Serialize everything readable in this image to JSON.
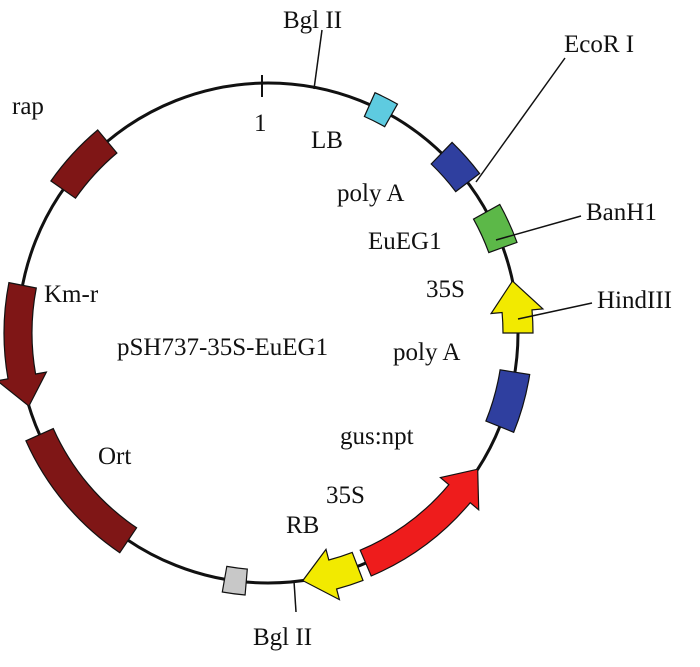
{
  "plasmid": {
    "name": "pSH737-35S-EuEG1",
    "origin_label": "1"
  },
  "features": [
    {
      "id": "rap",
      "label": "rap",
      "color": "#7f1616",
      "shape": "box"
    },
    {
      "id": "km-r",
      "label": "Km-r",
      "color": "#7f1616",
      "shape": "arrow"
    },
    {
      "id": "ort",
      "label": "Ort",
      "color": "#7f1616",
      "shape": "box"
    },
    {
      "id": "rb",
      "label": "RB",
      "color": "#c8c8c8",
      "shape": "box"
    },
    {
      "id": "35s-a",
      "label": "35S",
      "color": "#f2ea00",
      "shape": "arrow"
    },
    {
      "id": "gus-npt",
      "label": "gus:npt",
      "color": "#ee1c1c",
      "shape": "arrow"
    },
    {
      "id": "polya-a",
      "label": "poly A",
      "color": "#2f3f9f",
      "shape": "box"
    },
    {
      "id": "35s-b",
      "label": "35S",
      "color": "#f2ea00",
      "shape": "arrow"
    },
    {
      "id": "eueg1",
      "label": "EuEG1",
      "color": "#5cb848",
      "shape": "box"
    },
    {
      "id": "polya-b",
      "label": "poly A",
      "color": "#2f3f9f",
      "shape": "box"
    },
    {
      "id": "lb",
      "label": "LB",
      "color": "#5ecbe0",
      "shape": "box"
    }
  ],
  "restriction_sites": [
    {
      "id": "bglii-top",
      "label": "Bgl II"
    },
    {
      "id": "ecori",
      "label": "EcoR I"
    },
    {
      "id": "banh1",
      "label": "BanH1"
    },
    {
      "id": "hindiii",
      "label": "HindIII"
    },
    {
      "id": "bglii-bottom",
      "label": "Bgl II"
    }
  ]
}
